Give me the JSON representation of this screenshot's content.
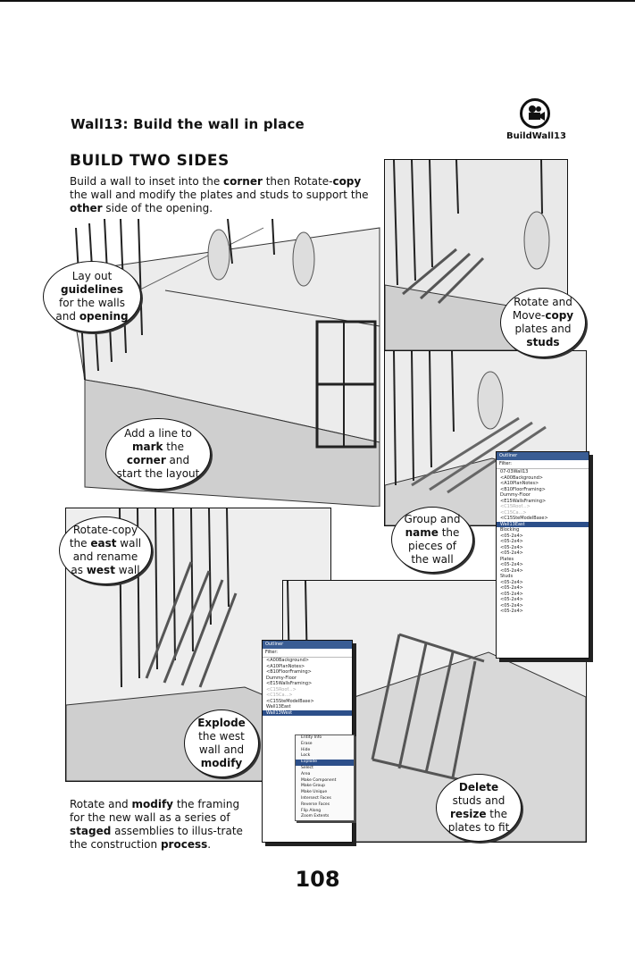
{
  "header": {
    "title": "Wall13: Build the wall in place",
    "video_label": "BuildWall13"
  },
  "section": {
    "title": "BUILD TWO SIDES"
  },
  "intro": {
    "p1": "Build a wall to inset into the ",
    "b1": "corner",
    "p2": " then Rotate-",
    "b2": "copy",
    "p3": " the wall and modify the plates and studs to support the ",
    "b3": "other",
    "p4": " side of the opening."
  },
  "callouts": {
    "guidelines": {
      "a": "Lay out ",
      "b": "guidelines",
      "c": " for the walls and ",
      "d": "opening"
    },
    "mark_corner": {
      "a": "Add a line to ",
      "b": "mark",
      "c": " the ",
      "d": "corner",
      "e": " and start the layout"
    },
    "rotate_move": {
      "a": "Rotate and Move-",
      "b": "copy",
      "c": " plates and ",
      "d": "studs"
    },
    "group_name": {
      "a": "Group and ",
      "b": "name",
      "c": " the pieces of the wall"
    },
    "rotate_copy": {
      "a": "Rotate-copy the ",
      "b": "east",
      "c": " wall and rename as ",
      "d": "west",
      "e": " wall"
    },
    "explode": {
      "a": "Explode",
      "b": " the west wall and ",
      "c": "modify"
    },
    "delete_resize": {
      "a": "Delete",
      "b": " studs and ",
      "c": "resize",
      "d": " the plates to fit"
    }
  },
  "bottom_caption": {
    "a": "Rotate and ",
    "b": "modify",
    "c": " the framing for the new wall as a series of ",
    "d": "staged",
    "e": " assemblies to illus-trate the construction ",
    "f": "process",
    "g": "."
  },
  "outliner_east": {
    "title": "Outliner",
    "filter_label": "Filter:",
    "rows": [
      "07-03Wall13",
      "<A00Background>",
      "<A10PlanNotes>",
      "<B10FloorFraming>",
      "Dummy-Floor",
      "<E15WallsFraming>",
      "<C15Roof...>",
      "<C15Ca...>",
      "<C15SteModelBase>",
      "Wall13East",
      "Blocking",
      "<05-2x4>",
      "<05-2x4>",
      "<05-2x4>",
      "<05-2x4>",
      "Plates",
      "<05-2x4>",
      "<05-2x4>",
      "Studs",
      "<05-2x4>",
      "<05-2x4>",
      "<05-2x4>",
      "<05-2x4>",
      "<05-2x4>",
      "<05-2x4>"
    ]
  },
  "outliner_west": {
    "title": "Outliner",
    "filter_label": "Filter:",
    "rows": [
      "<A00Background>",
      "<A10PlanNotes>",
      "<B10FloorFraming>",
      "Dummy-Floor",
      "<E15WallsFraming>",
      "<C15Roof...>",
      "<C15Ca...>",
      "<C15SteModelBase>",
      "Wall13East",
      "Wall13West"
    ]
  },
  "context_menu": {
    "items": [
      "Entity Info",
      "Erase",
      "Hide",
      "Lock",
      "Explode",
      "Select",
      "Area",
      "Make Component",
      "Make Group",
      "Make Unique",
      "Intersect Faces",
      "Reverse Faces",
      "Flip Along",
      "Zoom Extents"
    ]
  },
  "page": {
    "number": "108"
  }
}
